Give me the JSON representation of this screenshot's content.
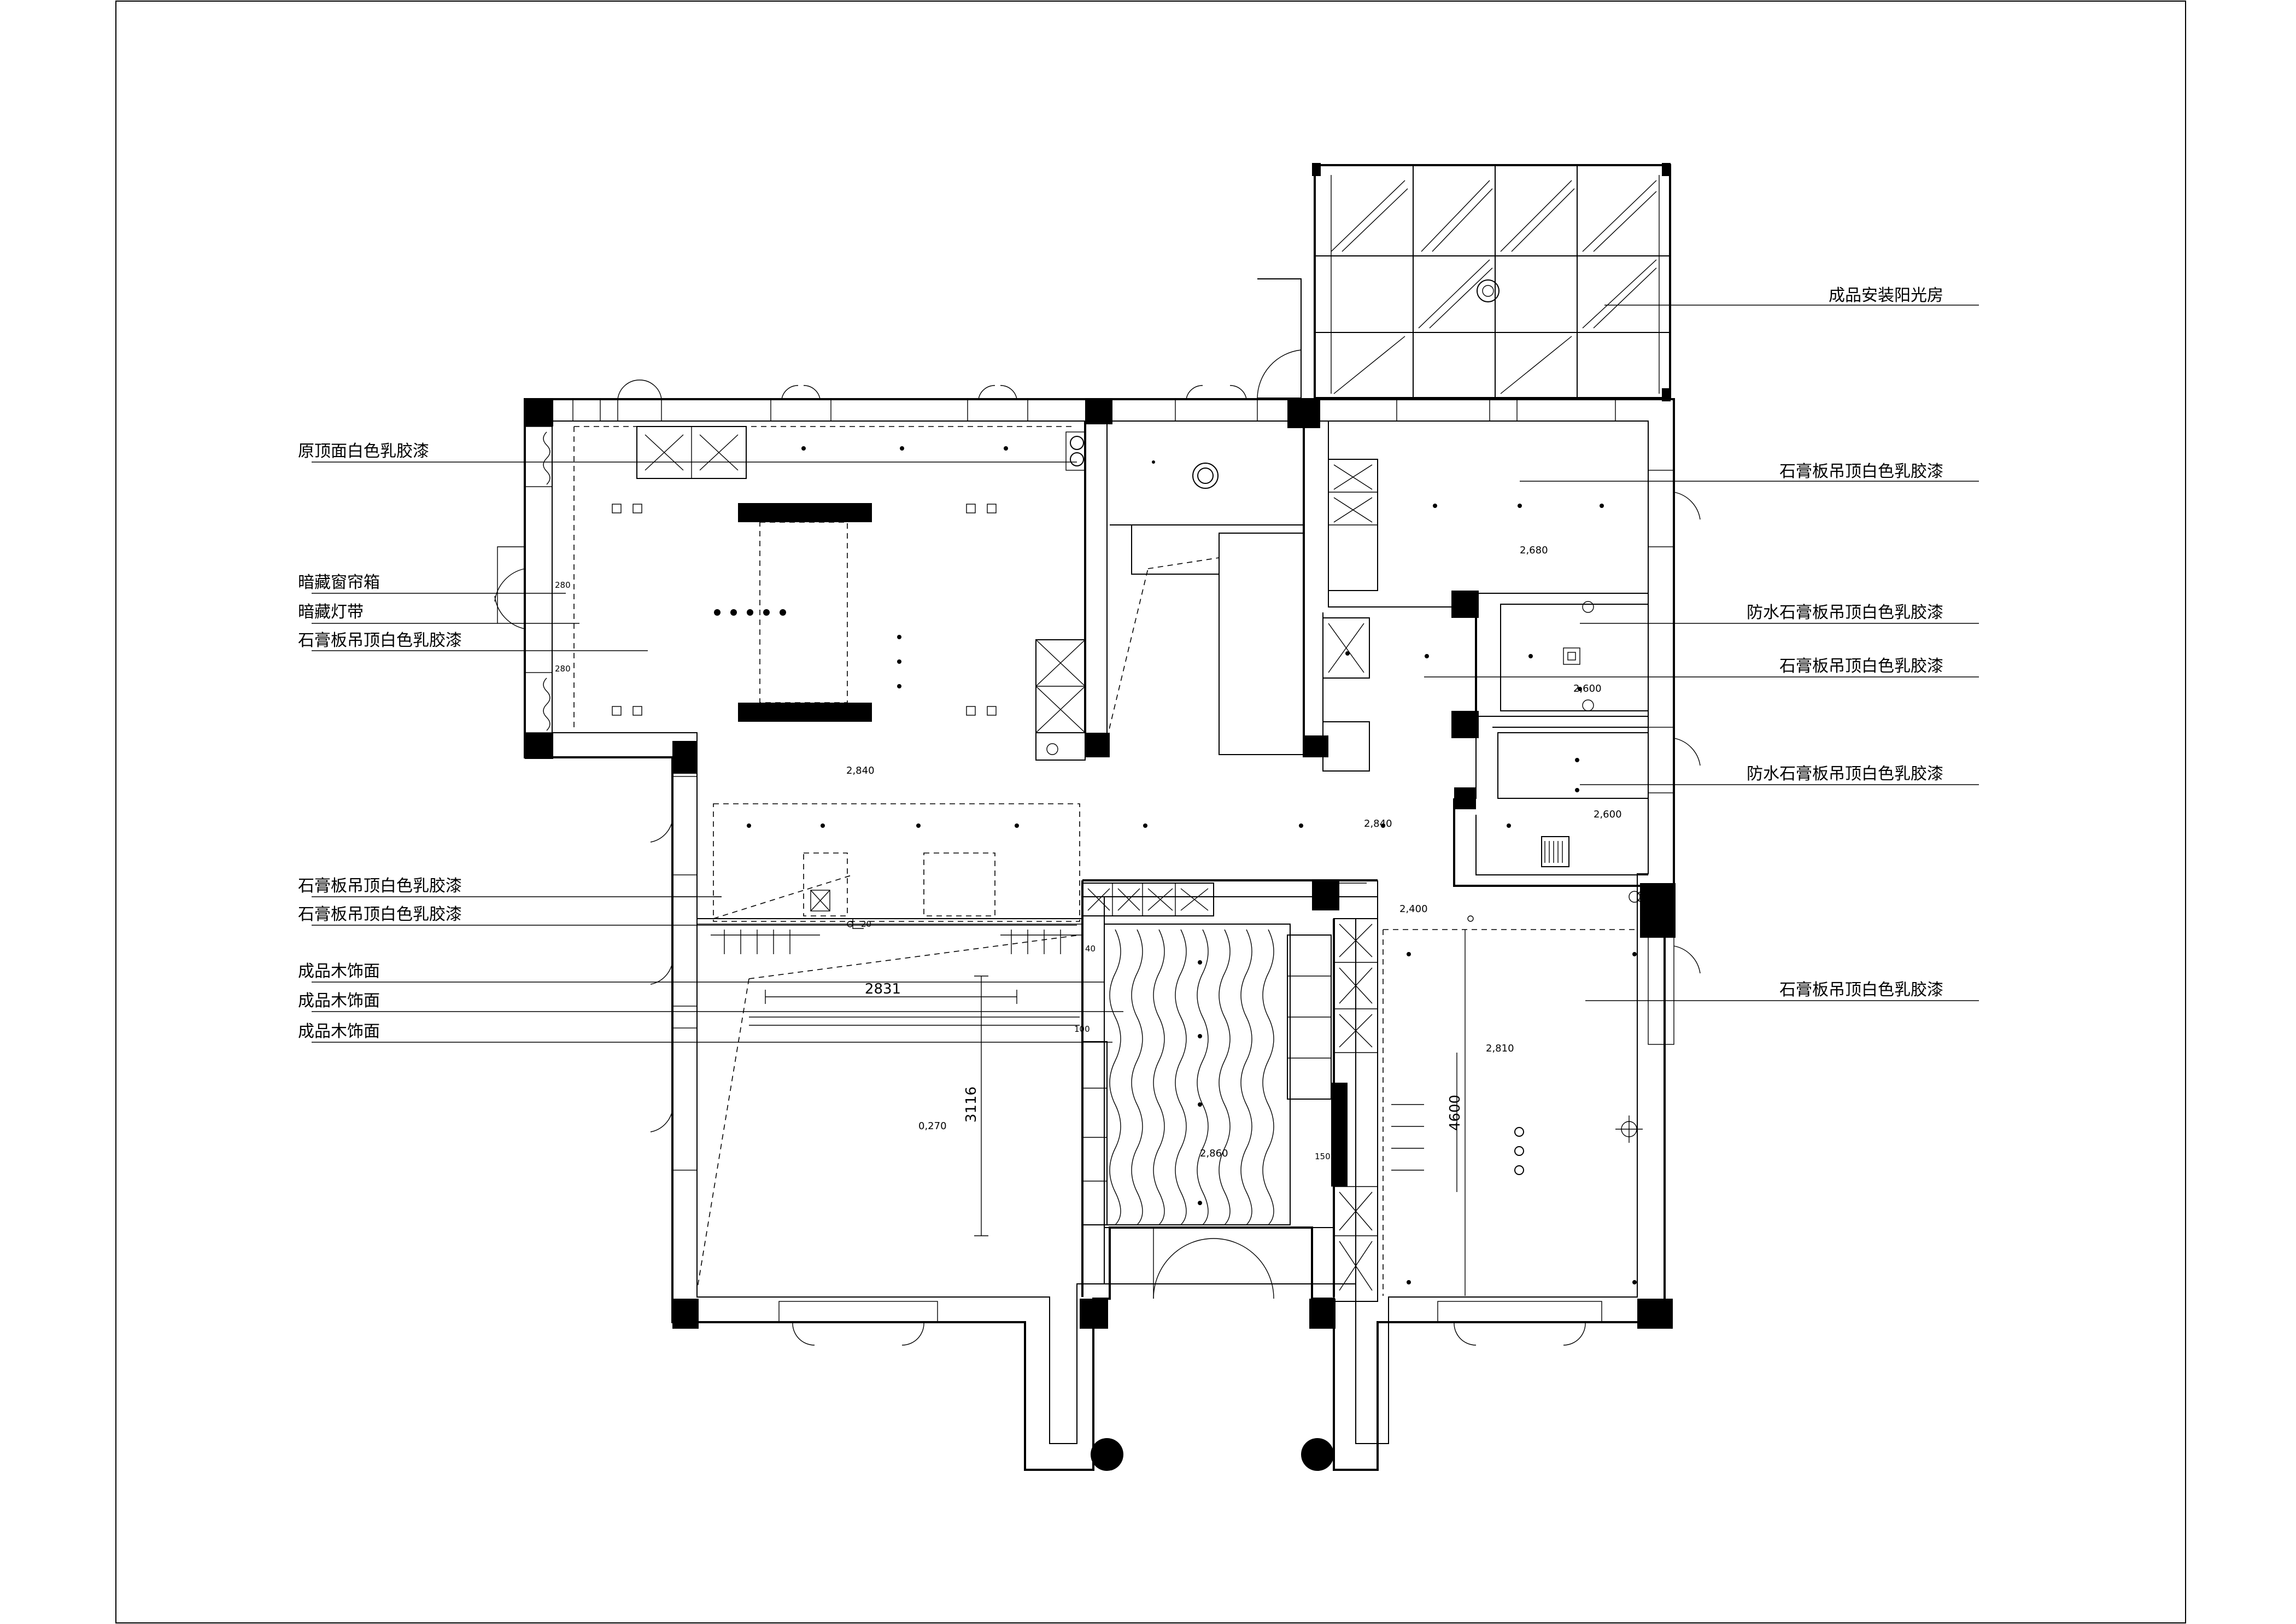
{
  "callouts_left": [
    {
      "id": "l1",
      "text": "原顶面白色乳胶漆"
    },
    {
      "id": "l2",
      "text": "暗藏窗帘箱"
    },
    {
      "id": "l3",
      "text": "暗藏灯带"
    },
    {
      "id": "l4",
      "text": "石膏板吊顶白色乳胶漆"
    },
    {
      "id": "l5",
      "text": "石膏板吊顶白色乳胶漆"
    },
    {
      "id": "l6",
      "text": "石膏板吊顶白色乳胶漆"
    },
    {
      "id": "l7",
      "text": "成品木饰面"
    },
    {
      "id": "l8",
      "text": "成品木饰面"
    },
    {
      "id": "l9",
      "text": "成品木饰面"
    }
  ],
  "callouts_right": [
    {
      "id": "r1",
      "text": "成品安装阳光房"
    },
    {
      "id": "r2",
      "text": "石膏板吊顶白色乳胶漆"
    },
    {
      "id": "r3",
      "text": "防水石膏板吊顶白色乳胶漆"
    },
    {
      "id": "r4",
      "text": "石膏板吊顶白色乳胶漆"
    },
    {
      "id": "r5",
      "text": "防水石膏板吊顶白色乳胶漆"
    },
    {
      "id": "r6",
      "text": "石膏板吊顶白色乳胶漆"
    }
  ],
  "dimensions": {
    "d_2831": "2831",
    "d_3116": "3116",
    "d_4600": "4600",
    "d_280a": "280",
    "d_280b": "280",
    "d_20": "20",
    "d_40": "40",
    "d_100": "100",
    "d_150": "150"
  },
  "elevations": {
    "e_living": "2,840",
    "e_corridor": "2,840",
    "e_bed_ne": "2,680",
    "e_bath1": "2,600",
    "e_bath2": "2,600",
    "e_bed_se": "2,810",
    "e_study": "2,860",
    "e_bed_sw": "0,270",
    "e_hall": "2,400"
  },
  "colors": {
    "line": "#000000",
    "background": "#ffffff"
  }
}
